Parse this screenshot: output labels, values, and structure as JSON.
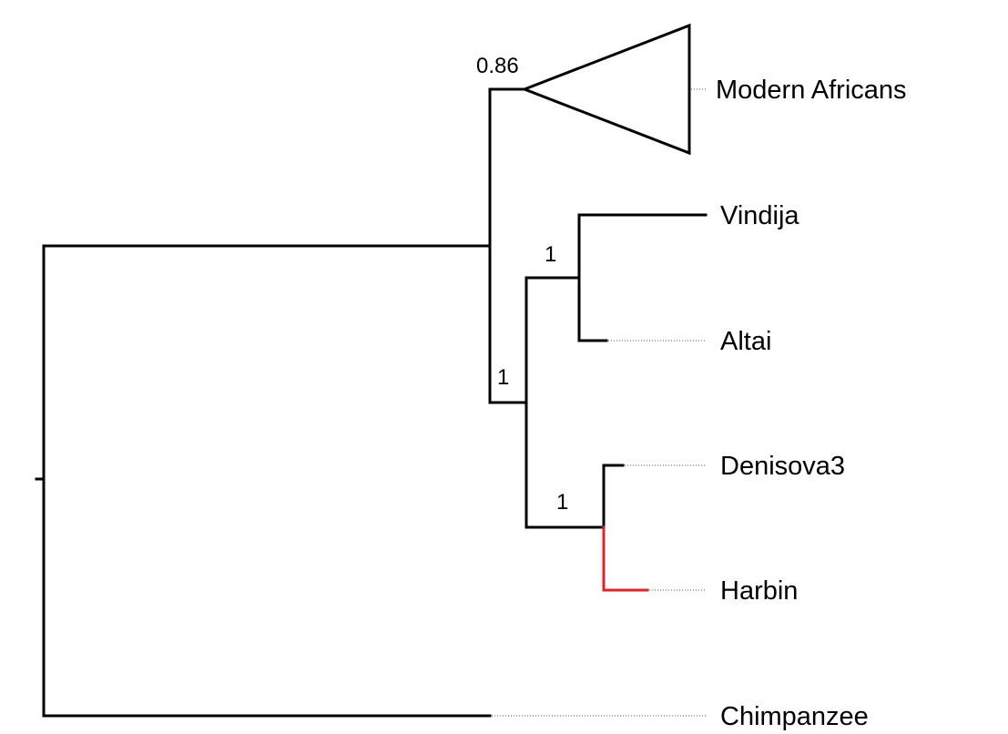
{
  "colors": {
    "branch": "#000000",
    "highlight_branch": "#d9262b",
    "guide": "#555555",
    "background": "#ffffff"
  },
  "tree": {
    "tips": {
      "modern_africans": "Modern Africans",
      "vindija": "Vindija",
      "altai": "Altai",
      "denisova3": "Denisova3",
      "harbin": "Harbin",
      "chimpanzee": "Chimpanzee"
    },
    "support": {
      "modern_africans": "0.86",
      "neanderthals": "1",
      "archaic": "1",
      "denisova_harbin": "1"
    },
    "collapsed_clades": [
      "modern_africans"
    ],
    "highlighted_tips": [
      "harbin"
    ]
  }
}
